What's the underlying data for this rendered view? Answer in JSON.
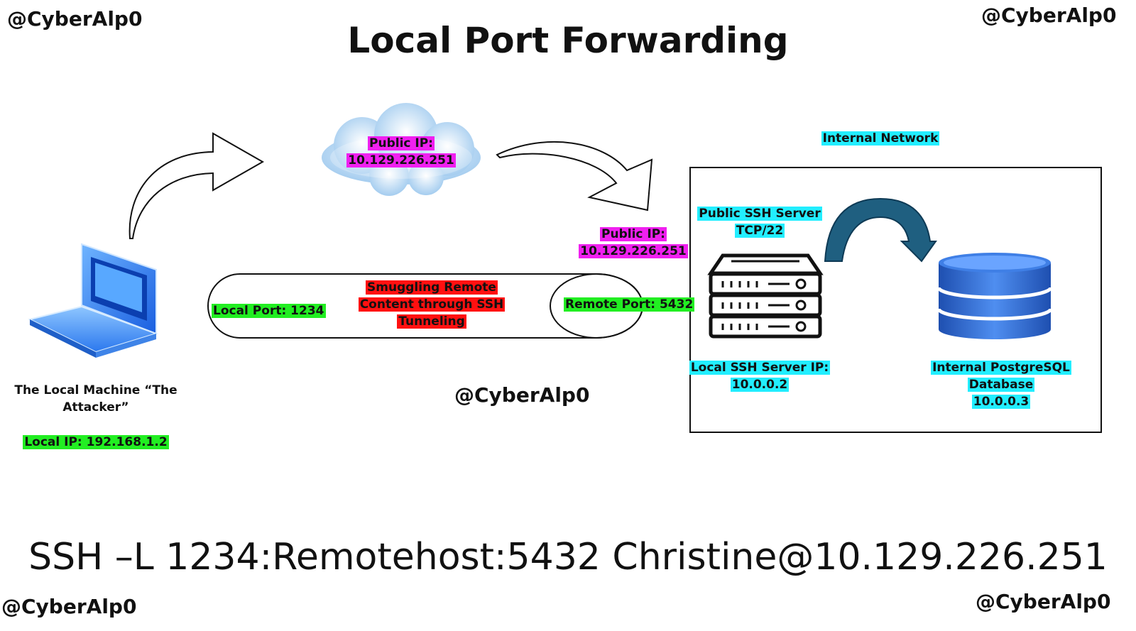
{
  "watermark": "@CyberAlp0",
  "title": "Local Port Forwarding",
  "cloud": {
    "label_line1": "Public IP:",
    "label_line2": "10.129.226.251"
  },
  "attacker": {
    "caption_line1": "The Local Machine “The",
    "caption_line2": "Attacker”",
    "local_ip": "Local IP: 192.168.1.2"
  },
  "tunnel": {
    "local_port": "Local Port: 1234",
    "text_line1": "Smuggling Remote",
    "text_line2": "Content through SSH",
    "text_line3": "Tunneling",
    "remote_port": "Remote Port: 5432"
  },
  "server_public_ip": {
    "line1": "Public IP:",
    "line2": "10.129.226.251"
  },
  "internal_network": {
    "label": "Internal Network",
    "ssh_server_line1": "Public SSH Server",
    "ssh_server_line2": "TCP/22",
    "ssh_local_ip_line1": "Local SSH Server IP:",
    "ssh_local_ip_line2": "10.0.0.2",
    "db_line1": "Internal PostgreSQL",
    "db_line2": "Database",
    "db_line3": "10.0.0.3"
  },
  "command": "SSH –L 1234:Remotehost:5432 Christine@10.129.226.251",
  "colors": {
    "magenta": "#f020f0",
    "green": "#22ee22",
    "cyan": "#22eeff",
    "red": "#ff1010",
    "arrow_teal": "#1f5f80"
  }
}
